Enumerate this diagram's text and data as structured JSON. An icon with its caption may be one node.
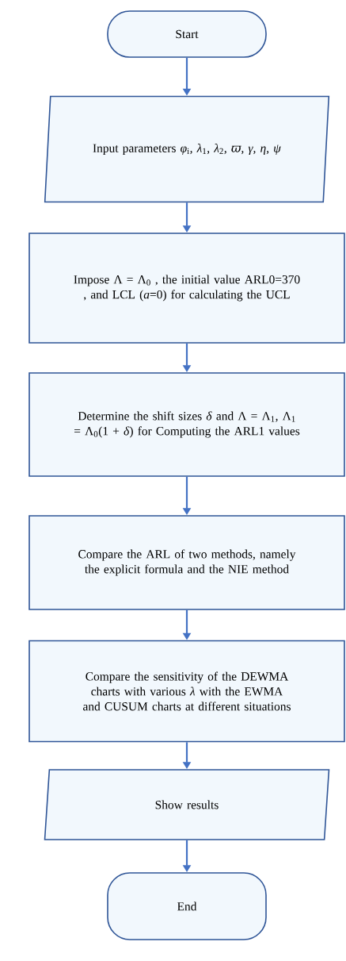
{
  "diagram": {
    "nodes": [
      {
        "text": [
          "Start"
        ]
      },
      {
        "text": [
          "Input parameters *φ*$_{i}$, *λ*$_{1}$, *λ*$_{2}$, *ϖ*, *γ*, *η*, *ψ*"
        ]
      },
      {
        "text": [
          "Impose Λ = Λ$_{0}$ , the initial value ARL0=370 , and LCL (*a*=0) for calculating the UCL"
        ]
      },
      {
        "text": [
          "Determine the shift sizes *δ* and Λ = Λ$_{1}$, Λ$_{1}$ = Λ$_{0}$(1 + *δ*) for Computing the ARL1 values"
        ]
      },
      {
        "text": [
          "Compare the ARL of two methods, namely the explicit formula and the NIE method"
        ]
      },
      {
        "text": [
          "Compare the sensitivity of the DEWMA charts with various *λ* with the EWMA and CUSUM charts at different situations"
        ]
      },
      {
        "text": [
          "Show results"
        ]
      },
      {
        "text": [
          "End"
        ]
      }
    ],
    "edges": [
      {
        "from": 0,
        "to": 1,
        "arrow": "to"
      },
      {
        "from": 1,
        "to": 2,
        "arrow": "to"
      },
      {
        "from": 2,
        "to": 3,
        "arrow": "to"
      },
      {
        "from": 3,
        "to": 4,
        "arrow": "to"
      },
      {
        "from": 4,
        "to": 5,
        "arrow": "to"
      },
      {
        "from": 5,
        "to": 6,
        "arrow": "to"
      },
      {
        "from": 6,
        "to": 7,
        "arrow": "to"
      }
    ]
  }
}
